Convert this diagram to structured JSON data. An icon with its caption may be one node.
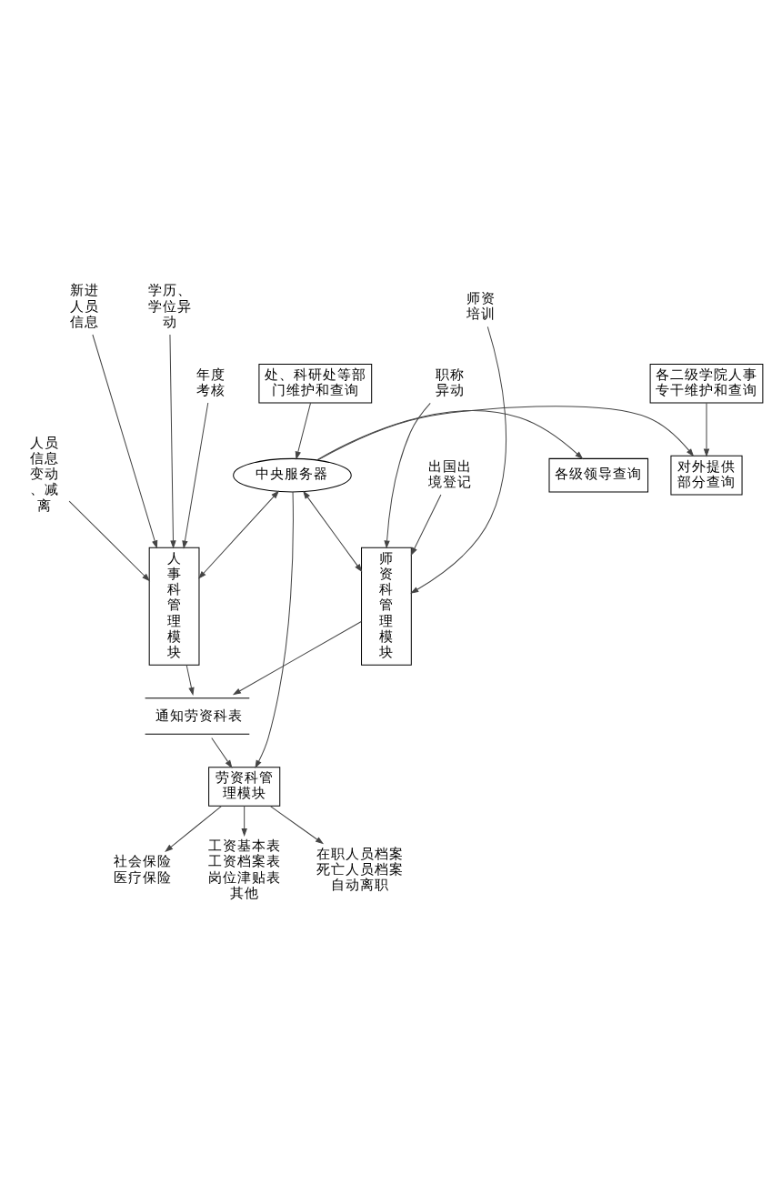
{
  "diagram": {
    "nodes": [
      {
        "text": [
          "处、科研处等部门维护和查询"
        ]
      },
      {
        "text": [
          "各二级学院人事专干维护和查询"
        ]
      },
      {
        "text": [
          "各级领导查询"
        ]
      },
      {
        "text": [
          "中央服务器"
        ]
      },
      {
        "text": [
          "对外提供部分查询"
        ]
      },
      {
        "text": [
          "新进人员信息"
        ]
      },
      {
        "text": [
          "人员信息变动、减离"
        ]
      },
      {
        "text": [
          "人事科管理模块"
        ]
      },
      {
        "text": [
          "学历、学位异动"
        ]
      },
      {
        "text": [
          "年度考核"
        ]
      },
      {
        "text": [
          "师资培训"
        ]
      },
      {
        "text": [
          "职称异动"
        ]
      },
      {
        "text": [
          "出国出境登记"
        ]
      },
      {
        "text": [
          "师资科管理模块"
        ]
      },
      {
        "text": [
          "通知劳资科表"
        ]
      },
      {
        "text": [
          "劳资科管理模块"
        ]
      },
      {
        "text": [
          "社会保险",
          "医疗保险"
        ]
      },
      {
        "text": [
          "工资基本表",
          "工资档案表",
          "岗位津贴表",
          "其他"
        ]
      },
      {
        "text": [
          "在职人员档案",
          "死亡人员档案",
          "自动离职"
        ]
      }
    ],
    "edges": [
      {
        "from": 0,
        "to": 3,
        "arrow": "to"
      },
      {
        "from": 1,
        "to": 4,
        "arrow": "to"
      },
      {
        "from": 3,
        "to": 2,
        "arrow": "to"
      },
      {
        "from": 3,
        "to": 4,
        "arrow": "to"
      },
      {
        "from": 3,
        "to": 7,
        "arrow": "both"
      },
      {
        "from": 3,
        "to": 13,
        "arrow": "both"
      },
      {
        "from": 3,
        "to": 15,
        "arrow": "to"
      },
      {
        "from": 5,
        "to": 7,
        "arrow": "to"
      },
      {
        "from": 6,
        "to": 7,
        "arrow": "to"
      },
      {
        "from": 8,
        "to": 7,
        "arrow": "to"
      },
      {
        "from": 9,
        "to": 7,
        "arrow": "to"
      },
      {
        "from": 10,
        "to": 13,
        "arrow": "to"
      },
      {
        "from": 11,
        "to": 13,
        "arrow": "to"
      },
      {
        "from": 12,
        "to": 13,
        "arrow": "to"
      },
      {
        "from": 7,
        "to": 14,
        "arrow": "to"
      },
      {
        "from": 13,
        "to": 14,
        "arrow": "to"
      },
      {
        "from": 14,
        "to": 15,
        "arrow": "to"
      },
      {
        "from": 15,
        "to": 16,
        "arrow": "to"
      },
      {
        "from": 15,
        "to": 17,
        "arrow": "to"
      },
      {
        "from": 15,
        "to": 18,
        "arrow": "to"
      }
    ]
  }
}
